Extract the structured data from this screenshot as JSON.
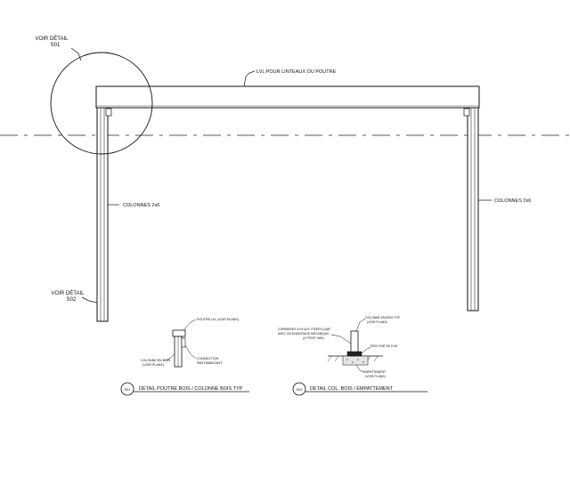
{
  "drawing": {
    "labels": {
      "voir_detail_top": "VOIR DÉTAIL",
      "voir_detail_top_ref": "S01",
      "lvl_beam": "LVL POUR LINTEAUX OU POUTRE",
      "colonnes_left": "COLONNES 2x6",
      "colonnes_right": "COLONNES 2x6",
      "voir_detail_bottom": "VOIR DÉTAIL",
      "voir_detail_bottom_ref": "S02"
    },
    "detail_1": {
      "number": "S01",
      "title": "DÉTAIL POUTRE BOIS / COLONNE BOIS TYP",
      "note_beam": "POUTRE LVL (VOIR PLANS)",
      "note_column_1": "COLONNE EN BOIS",
      "note_column_2": "(VOIR PLANS)",
      "note_connection_1": "CONNECTION",
      "note_connection_2": "PAR FABRICANT"
    },
    "detail_2": {
      "number": "S02",
      "title": "DÉTAIL COL. BOIS / EMPATTEMENT",
      "note_anchor_1": "CORNIERES 4\"x4\"x1/2\" FIXÉES (2)x8\"",
      "note_anchor_2": "AVEC 3/4\"Ø ANCRAGE MÉCANIQUE",
      "note_anchor_3": "(4\" PROF. MIN.)",
      "note_column_1": "COLONNE EN BOIS TYP",
      "note_column_2": "(VOIR PLANS)",
      "note_plate": "PIED FIXÉ DE 6\"x6\"",
      "note_footing_1": "EMPATTEMENT",
      "note_footing_2": "(VOIR PLANS)"
    }
  }
}
